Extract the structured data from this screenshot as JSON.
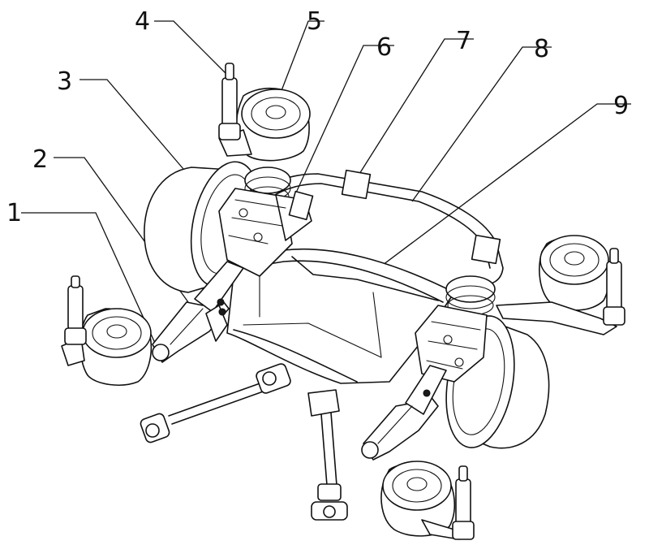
{
  "figure": {
    "description_labels": [
      {
        "id": "1",
        "text": "1"
      },
      {
        "id": "2",
        "text": "2"
      },
      {
        "id": "3",
        "text": "3"
      },
      {
        "id": "4",
        "text": "4"
      },
      {
        "id": "5",
        "text": "5"
      },
      {
        "id": "6",
        "text": "6"
      },
      {
        "id": "7",
        "text": "7"
      },
      {
        "id": "8",
        "text": "8"
      },
      {
        "id": "9",
        "text": "9"
      }
    ]
  }
}
